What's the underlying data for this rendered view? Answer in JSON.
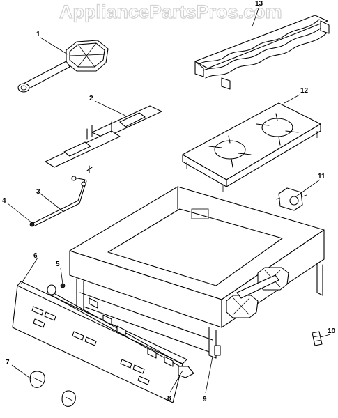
{
  "watermark": "AppliancePartsPros.com",
  "callouts": [
    "1",
    "2",
    "3",
    "4",
    "5",
    "6",
    "7",
    "8",
    "9",
    "10",
    "11",
    "12",
    "13"
  ]
}
